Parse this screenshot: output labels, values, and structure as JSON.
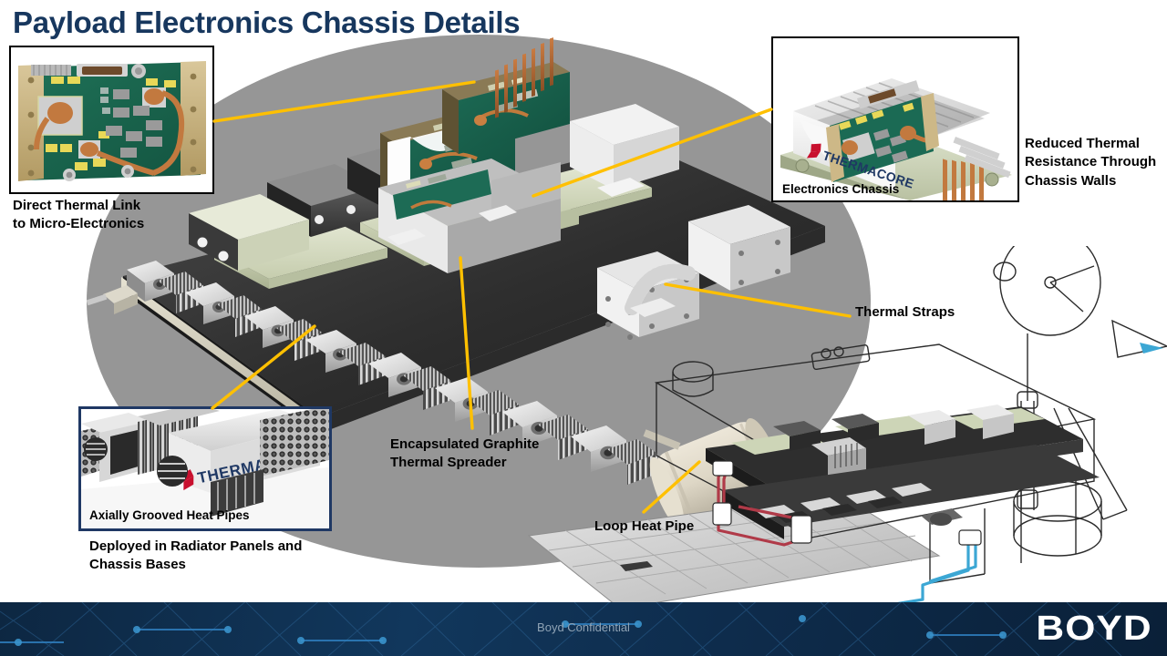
{
  "slide": {
    "title": "Payload Electronics Chassis Details",
    "title_color": "#17375E",
    "background_color": "#FFFFFF",
    "ellipse_color": "#969696",
    "leader_line_color": "#FFC000"
  },
  "callouts": {
    "direct_thermal_link": "Direct  Thermal  Link\nto Micro-Electronics",
    "direct_thermal_link_line1": "Direct  Thermal  Link",
    "direct_thermal_link_line2": "to Micro-Electronics",
    "reduced_thermal_line1": "Reduced Thermal",
    "reduced_thermal_line2": "Resistance Through",
    "reduced_thermal_line3": "Chassis Walls",
    "thermal_straps": "Thermal Straps",
    "spreader_line1": "Encapsulated Graphite",
    "spreader_line2": "Thermal Spreader",
    "loop_heat_pipe": "Loop Heat Pipe",
    "deployed_line1": "Deployed in Radiator Panels and",
    "deployed_line2": "Chassis Bases"
  },
  "insets": {
    "pcb": {
      "name": "micro-electronics-board-photo",
      "border_color": "#000000",
      "caption": ""
    },
    "chassis": {
      "name": "electronics-chassis-photo",
      "border_color": "#000000",
      "caption": "Electronics Chassis",
      "brand": "THERMACORE"
    },
    "heatpipes": {
      "name": "axially-grooved-heat-pipes-photo",
      "border_color": "#1F3864",
      "caption": "Axially Grooved Heat Pipes",
      "brand": "THERMACORE"
    }
  },
  "footer": {
    "confidential": "Boyd Confidential",
    "logo": "BOYD",
    "background_start": "#0D2742",
    "background_end": "#0A2038",
    "text_color": "#8FA3B5"
  }
}
